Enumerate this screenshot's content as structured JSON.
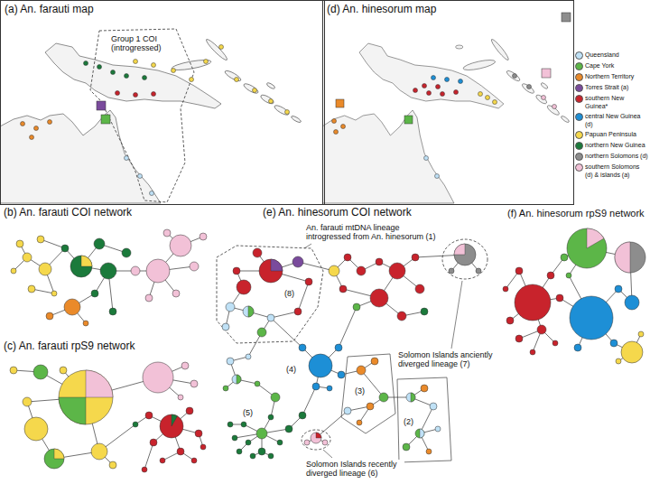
{
  "diagram": {
    "nodes": [
      {
        "text": [
          "(a) An. farauti map"
        ]
      },
      {
        "text": [
          "(d) An. hinesorum map"
        ]
      }
    ],
    "labels": [
      "Group 1 COI (introgressed)",
      "(b) An. farauti COI network",
      "(c) An. farauti rpS9 network",
      "(e) An. hinesorum COI network",
      "(f) An. hinesorum rpS9 network",
      "An. farauti mtDNA lineage introgressed from An. hinesorum (1)",
      "(8)",
      "(4)",
      "(5)",
      "(3)",
      "(2)",
      "Solomon Islands anciently diverged lineage (7)",
      "Solomon Islands recently diverged lineage (6)"
    ],
    "legend": [
      {
        "text": "Queensland",
        "color": "#bfe1f6"
      },
      {
        "text": "Cape York",
        "color": "#5cb648"
      },
      {
        "text": "Northern Territory",
        "color": "#ea8a2a"
      },
      {
        "text": "Torres Strait (a)",
        "color": "#7a4b9c"
      },
      {
        "text": "southern New Guinea*",
        "color": "#c8232c"
      },
      {
        "text": "central New Guinea (d)",
        "color": "#1d8fd6"
      },
      {
        "text": "Papuan Peninsula",
        "color": "#f5d84c"
      },
      {
        "text": "northern New Guinea",
        "color": "#1b7a3b"
      },
      {
        "text": "northern Solomons (d)",
        "color": "#8d8d8d"
      },
      {
        "text": "southern Solomons (d) & islands (a)",
        "color": "#f2c1d7"
      }
    ]
  }
}
